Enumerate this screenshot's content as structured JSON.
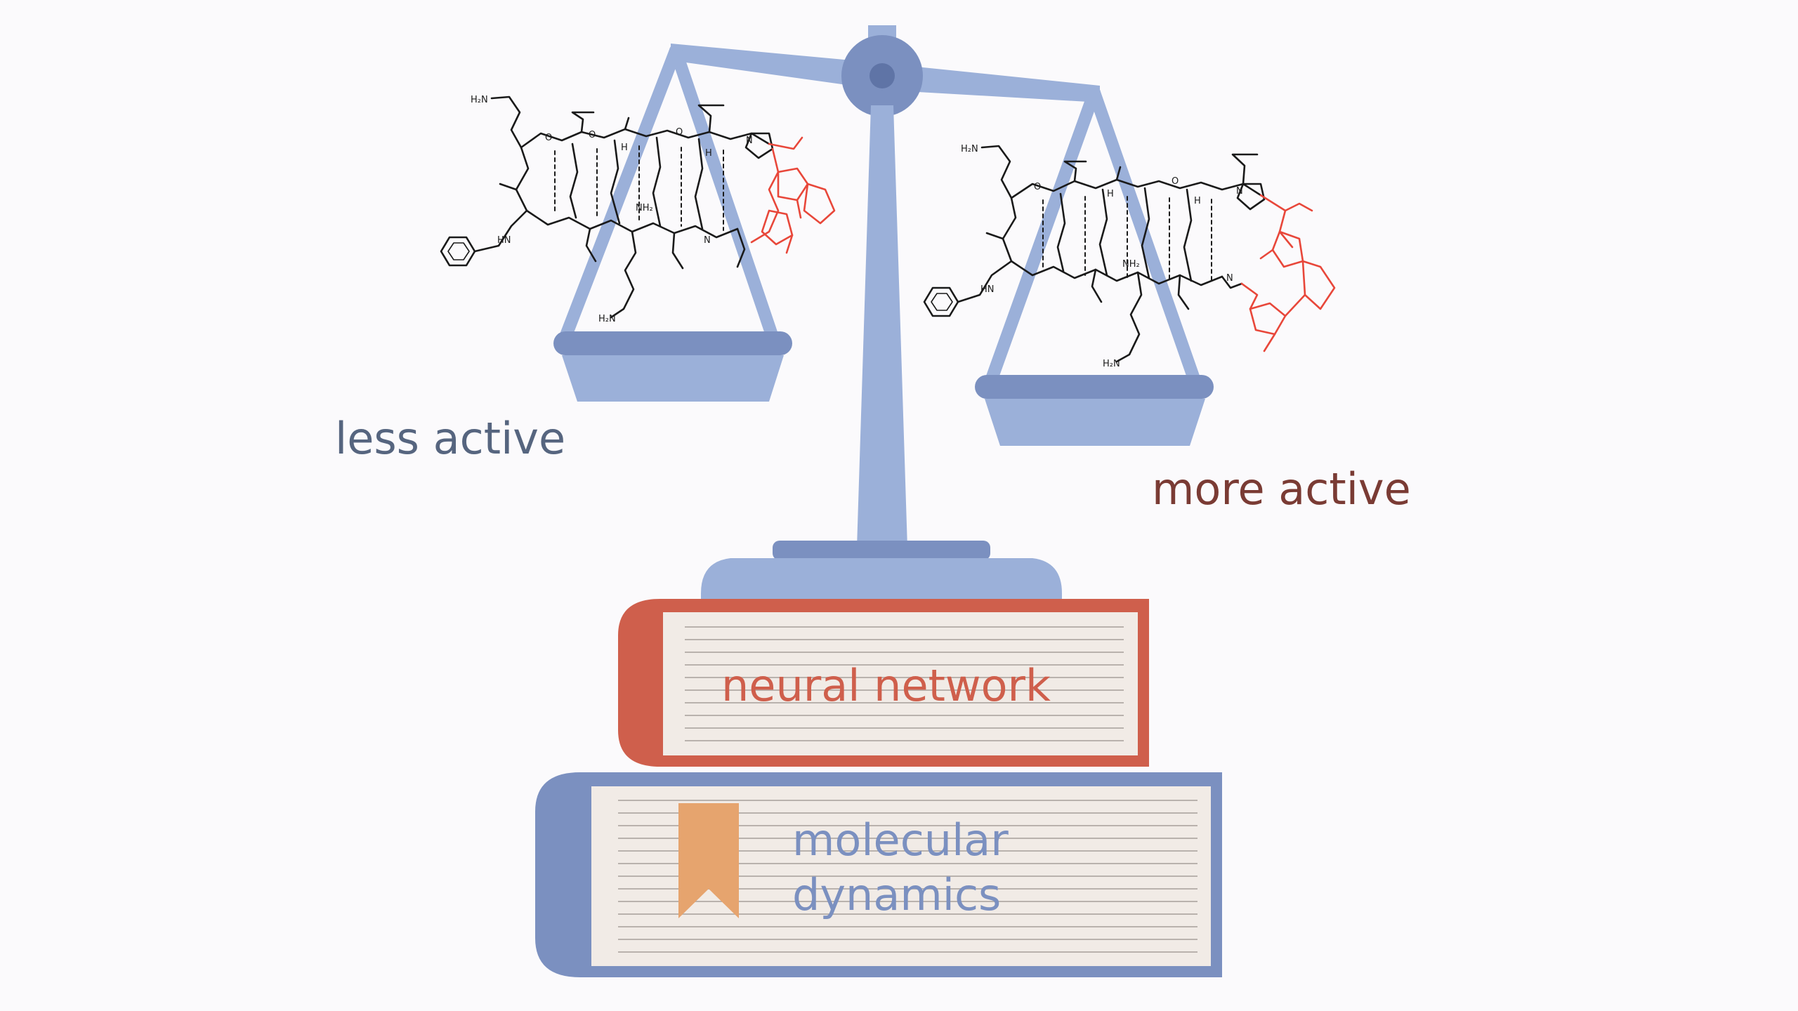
{
  "labels": {
    "less_active": "less active",
    "more_active": "more active"
  },
  "books": {
    "top": {
      "title": "neural network"
    },
    "bottom": {
      "title_line1": "molecular",
      "title_line2": "dynamics"
    }
  },
  "molecules": {
    "atom_labels": {
      "amine": "H₂N",
      "amide_nh": "HN",
      "nitrogen": "N",
      "oxygen": "O",
      "hydrogen": "H",
      "ammonium": "NH₂"
    }
  },
  "colors": {
    "background": "#fbfafc",
    "scale_light": "#9bb0d9",
    "scale_dark": "#7b90c0",
    "less_active_text": "#56657f",
    "more_active_text": "#7a3b34",
    "book_red": "#cf5f4c",
    "book_blue": "#7b90c0",
    "page_fill": "#f1ebe6",
    "bookmark": "#e6a46e",
    "molecule_ink": "#1a1a1a",
    "modification_red": "#e8473a"
  }
}
